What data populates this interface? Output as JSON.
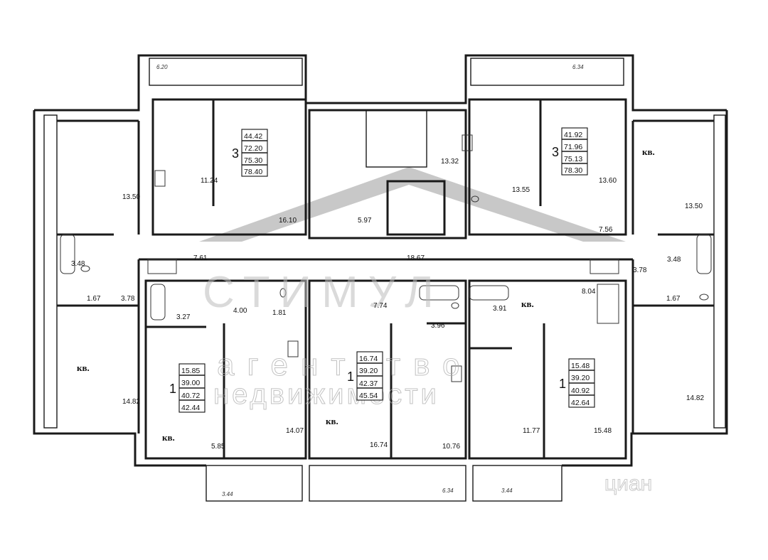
{
  "watermark": {
    "title": "СТИМУЛ",
    "subtitle_line1": "агентство",
    "subtitle_line2": "недвижимости",
    "corner": "циан"
  },
  "apartment_label": "кв.",
  "apartments": {
    "three_room_left": {
      "rooms": "3",
      "areas": [
        "44.42",
        "72.20",
        "75.30",
        "78.40"
      ]
    },
    "three_room_right": {
      "rooms": "3",
      "areas": [
        "41.92",
        "71.96",
        "75.13",
        "78.30"
      ]
    },
    "one_room_a": {
      "rooms": "1",
      "areas": [
        "15.85",
        "39.00",
        "40.72",
        "42.44"
      ]
    },
    "one_room_b": {
      "rooms": "1",
      "areas": [
        "16.74",
        "39.20",
        "42.37",
        "45.54"
      ]
    },
    "one_room_c": {
      "rooms": "1",
      "areas": [
        "15.48",
        "39.20",
        "40.92",
        "42.64"
      ]
    }
  },
  "room_areas": {
    "r1": "13.50",
    "r2": "11.24",
    "r3": "16.10",
    "r4": "13.32",
    "r5": "13.55",
    "r6": "13.60",
    "r7": "13.50",
    "r8": "3.48",
    "r9": "1.67",
    "r10": "3.78",
    "r11": "7.61",
    "r12": "5.97",
    "r13": "18.67",
    "r14": "7.56",
    "r15": "3.48",
    "r16": "1.67",
    "r17": "3.78",
    "r18": "3.27",
    "r19": "4.00",
    "r20": "1.81",
    "r21": "7.74",
    "r22": "3.96",
    "r23": "3.91",
    "r24": "8.04",
    "r25": "14.82",
    "r26": "14.07",
    "r27": "5.85",
    "r28": "16.74",
    "r29": "10.76",
    "r30": "11.77",
    "r31": "15.48",
    "r32": "14.82"
  },
  "balcony_dims": {
    "top_left": "6.20",
    "top_right": "6.34",
    "bottom_left": "3.44",
    "bottom_mid": "6.34",
    "bottom_right": "3.44"
  }
}
